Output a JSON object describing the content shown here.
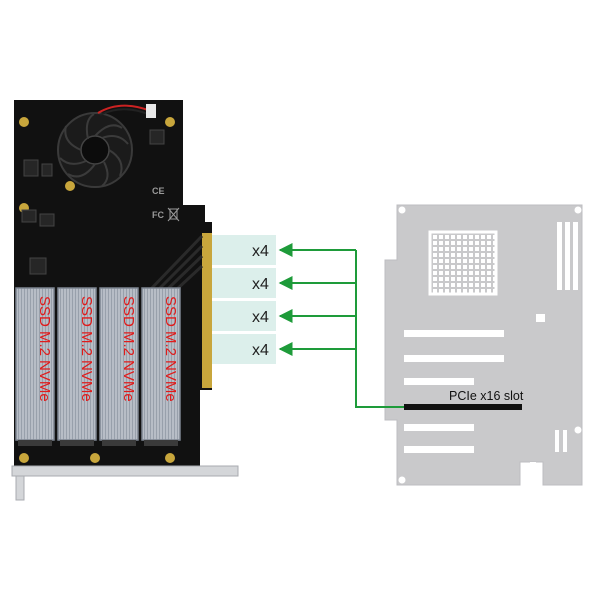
{
  "lanes": [
    {
      "label": "x4"
    },
    {
      "label": "x4"
    },
    {
      "label": "x4"
    },
    {
      "label": "x4"
    }
  ],
  "ssd_modules": [
    {
      "line1": "SSD M.2",
      "line2": "NVMe"
    },
    {
      "line1": "SSD M.2",
      "line2": "NVMe"
    },
    {
      "line1": "SSD M.2",
      "line2": "NVMe"
    },
    {
      "line1": "SSD M.2",
      "line2": "NVMe"
    }
  ],
  "motherboard": {
    "slot_label": "PCIe x16 slot"
  },
  "colors": {
    "lane_band": "#dcefeb",
    "arrow": "#1e9b3a",
    "board": "#c9c9cb",
    "pcb": "#111111",
    "ssd_text": "#e01b1b",
    "gold": "#c8a63c"
  },
  "icons": [
    "fan-icon",
    "ce-mark-icon",
    "fcc-mark-icon",
    "weee-bin-icon",
    "arrow-right-icon"
  ]
}
